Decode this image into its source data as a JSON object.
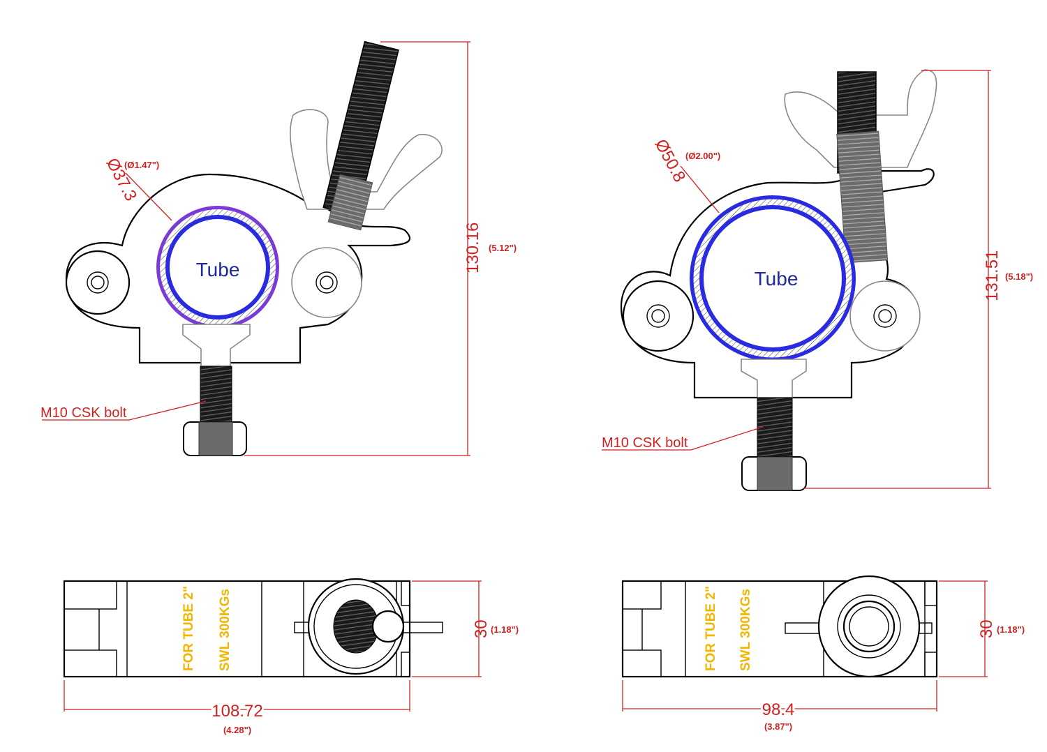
{
  "colors": {
    "dimension": "#d21f1f",
    "tube_ring": "#2a2ae0",
    "tube_ring_left_outer": "#7a3ad8",
    "tube_label": "#1e2a9a",
    "stamp_text": "#f2b600",
    "outline": "#000000"
  },
  "left_clamp": {
    "tube_label": "Tube",
    "diameter_mm": "Ø37.3",
    "diameter_in": "(Ø1.47\")",
    "height_mm": "130.16",
    "height_in": "(5.12\")",
    "bolt_label": "M10 CSK bolt"
  },
  "right_clamp": {
    "tube_label": "Tube",
    "diameter_mm": "Ø50.8",
    "diameter_in": "(Ø2.00\")",
    "height_mm": "131.51",
    "height_in": "(5.18\")",
    "bolt_label": "M10 CSK bolt"
  },
  "left_top_view": {
    "stamp_line1": "FOR TUBE 2\"",
    "stamp_line2": "SWL 300KGs",
    "thickness_mm": "30",
    "thickness_in": "(1.18\")",
    "width_mm": "108.72",
    "width_in": "(4.28\")"
  },
  "right_top_view": {
    "stamp_line1": "FOR TUBE 2\"",
    "stamp_line2": "SWL 300KGs",
    "thickness_mm": "30",
    "thickness_in": "(1.18\")",
    "width_mm": "98.4",
    "width_in": "(3.87\")"
  }
}
